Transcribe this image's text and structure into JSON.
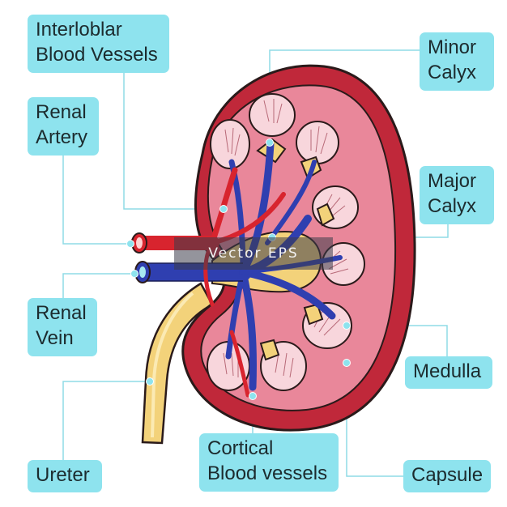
{
  "labels": {
    "interlobar": {
      "line1": "Interloblar",
      "line2": "Blood Vessels"
    },
    "minor_calyx": {
      "line1": "Minor",
      "line2": "Calyx"
    },
    "renal_artery": {
      "line1": "Renal",
      "line2": "Artery"
    },
    "major_calyx": {
      "line1": "Major",
      "line2": "Calyx"
    },
    "renal_vein": {
      "line1": "Renal",
      "line2": "Vein"
    },
    "medulla": {
      "line1": "Medulla"
    },
    "cortical": {
      "line1": "Cortical",
      "line2": "Blood vessels"
    },
    "ureter": {
      "line1": "Ureter"
    },
    "capsule": {
      "line1": "Capsule"
    }
  },
  "watermark": "Vector EPS",
  "colors": {
    "label_bg": "#8ee3ee",
    "leader_line": "#8fdbe6",
    "capsule_red": "#c0283a",
    "cortex_pink": "#e9879a",
    "pyramid": "#f8d6dc",
    "vein_blue": "#2f3fb0",
    "artery_red": "#d8242e",
    "calyx_yellow": "#f3d27a"
  }
}
